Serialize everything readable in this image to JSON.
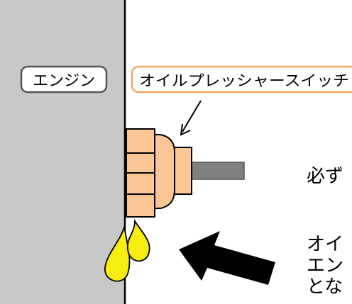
{
  "labels": {
    "engine": "エンジン",
    "oil_pressure_switch": "オイルプレッシャースイッチ"
  },
  "note": {
    "line1": "必ず",
    "line2": "オイ",
    "line3": "エン",
    "line4": "とな"
  },
  "colors": {
    "engine_wall": "#c8c8c8",
    "switch_body": "#fbc694",
    "shaft": "#808080",
    "oil_drop": "#f5ee10",
    "label_border_engine": "#555555",
    "label_border_switch": "#f0a860",
    "arrow": "#000000"
  },
  "icons": {
    "leak_arrow": "thick-arrow-icon",
    "oil_drops": "oil-drop-icon",
    "leader": "leader-arrow-icon"
  }
}
